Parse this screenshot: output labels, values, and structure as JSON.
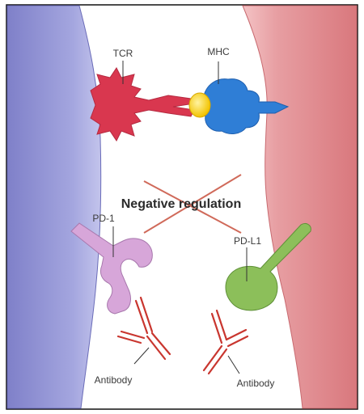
{
  "labels": {
    "tcr": "TCR",
    "mhc": "MHC",
    "center": "Negative regulation",
    "pd1": "PD-1",
    "pdl1": "PD-L1",
    "antibody_left": "Antibody",
    "antibody_right": "Antibody"
  },
  "colors": {
    "t_cell": "#8e90d4",
    "apc_cell": "#e7999d",
    "tcr": "#d9374f",
    "mhc": "#2f7ed6",
    "antigen": "#f6d21a",
    "pd1": "#d7a6d9",
    "pdl1": "#8cbf5a",
    "antibody": "#c9362f",
    "cross": "#d06a5a"
  },
  "icons": {
    "cross": "cross-mark-icon"
  }
}
